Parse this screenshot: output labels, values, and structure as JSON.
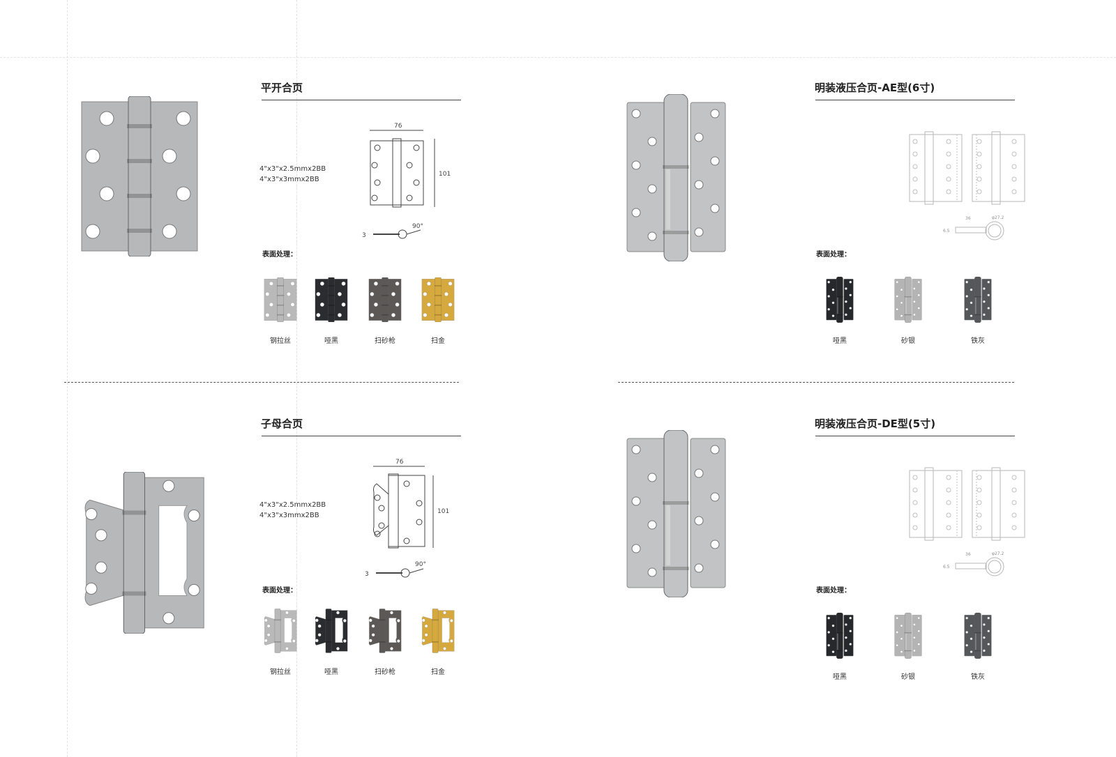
{
  "finish_heading": "表面处理：",
  "sections": [
    {
      "title": "平开合页",
      "kind": "flat",
      "specs": [
        "4\"x3\"x2.5mmx2BB",
        "4\"x3\"x3mmx2BB"
      ],
      "drawing": {
        "width": "76",
        "height": "101",
        "thickness": "3",
        "angle": "90°"
      },
      "finishes": [
        {
          "label": "钢拉丝",
          "color": "#b9b9b9"
        },
        {
          "label": "哑黑",
          "color": "#2a2c30"
        },
        {
          "label": "扫砂枪",
          "color": "#5b5856"
        },
        {
          "label": "扫金",
          "color": "#d5a93d"
        }
      ]
    },
    {
      "title": "明装液压合页-AE型(6寸)",
      "kind": "hydraulic",
      "drawing": {
        "width": "36",
        "diameter": "φ27.2",
        "thickness": "6.5"
      },
      "finishes": [
        {
          "label": "哑黑",
          "color": "#26282b"
        },
        {
          "label": "砂银",
          "color": "#b4b4b4"
        },
        {
          "label": "铁灰",
          "color": "#55575a"
        }
      ]
    },
    {
      "title": "子母合页",
      "kind": "butterfly",
      "specs": [
        "4\"x3\"x2.5mmx2BB",
        "4\"x3\"x3mmx2BB"
      ],
      "drawing": {
        "width": "76",
        "height": "101",
        "thickness": "3",
        "angle": "90°"
      },
      "finishes": [
        {
          "label": "钢拉丝",
          "color": "#b9b9b9"
        },
        {
          "label": "哑黑",
          "color": "#2a2c30"
        },
        {
          "label": "扫砂枪",
          "color": "#5b5856"
        },
        {
          "label": "扫金",
          "color": "#d5a93d"
        }
      ]
    },
    {
      "title": "明装液压合页-DE型(5寸)",
      "kind": "hydraulic",
      "drawing": {
        "width": "36",
        "diameter": "φ27.2",
        "thickness": "6.5"
      },
      "finishes": [
        {
          "label": "哑黑",
          "color": "#26282b"
        },
        {
          "label": "砂银",
          "color": "#b4b4b4"
        },
        {
          "label": "铁灰",
          "color": "#55575a"
        }
      ]
    }
  ]
}
